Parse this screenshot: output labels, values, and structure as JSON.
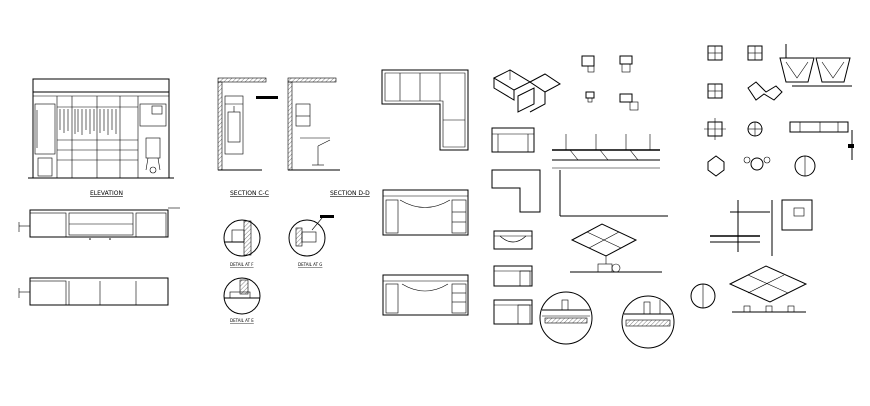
{
  "labels": {
    "elevation": "ELEVATION",
    "section_cc": "SECTION C-C",
    "section_dd": "SECTION D-D",
    "detail_f": "DETAIL AT F",
    "detail_g": "DETAIL AT G",
    "detail_e": "DETAIL AT E"
  }
}
